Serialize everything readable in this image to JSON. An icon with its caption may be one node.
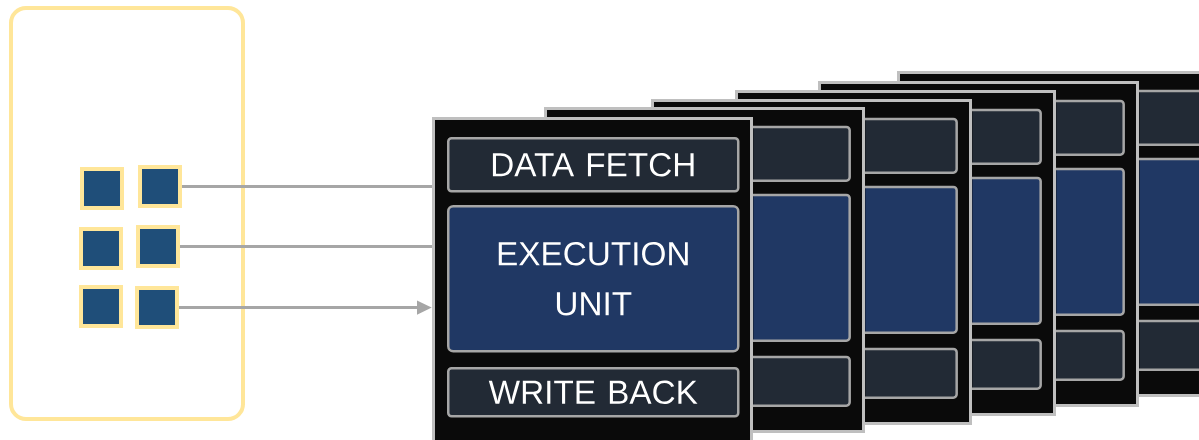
{
  "diagram": {
    "nodes": [
      {
        "text": [],
        "shape": "box"
      },
      {
        "text": [],
        "shape": "box",
        "in": 0
      },
      {
        "text": [],
        "shape": "box",
        "in": 0
      },
      {
        "text": [],
        "shape": "box",
        "in": 0
      },
      {
        "text": [],
        "shape": "box",
        "in": 0
      },
      {
        "text": [],
        "shape": "box",
        "in": 0
      },
      {
        "text": [],
        "shape": "box",
        "in": 0
      },
      {
        "text": [],
        "shape": "box"
      },
      {
        "text": [
          "DATA FETCH"
        ],
        "in": 7
      },
      {
        "text": [
          "EXECUTION UNIT"
        ],
        "in": 7
      },
      {
        "text": [
          "WRITE BACK"
        ],
        "in": 7
      },
      {
        "text": [],
        "shape": "box"
      },
      {
        "text": [],
        "shape": "box"
      },
      {
        "text": [],
        "shape": "box"
      },
      {
        "text": [],
        "shape": "box"
      },
      {
        "text": [],
        "shape": "box"
      },
      {
        "text": [],
        "shape": "box"
      },
      {
        "text": [],
        "shape": "box"
      },
      {
        "text": [],
        "shape": "box"
      },
      {
        "text": [],
        "shape": "box"
      },
      {
        "text": [],
        "shape": "box"
      },
      {
        "text": [],
        "shape": "box"
      },
      {
        "text": [],
        "shape": "box"
      },
      {
        "text": [],
        "shape": "box"
      },
      {
        "text": [],
        "shape": "box"
      },
      {
        "text": [],
        "shape": "box"
      },
      {
        "text": [],
        "shape": "box"
      },
      {
        "text": [],
        "shape": "box"
      },
      {
        "text": [],
        "shape": "box",
        "in": 27
      },
      {
        "text": [],
        "shape": "box",
        "in": 27
      },
      {
        "text": [],
        "shape": "box",
        "in": 27
      }
    ],
    "edges": [
      {
        "from": 2,
        "to": 7,
        "arrow": "none"
      },
      {
        "from": 4,
        "to": 7,
        "arrow": "none"
      },
      {
        "from": 6,
        "to": 7,
        "arrow": "to"
      }
    ]
  }
}
